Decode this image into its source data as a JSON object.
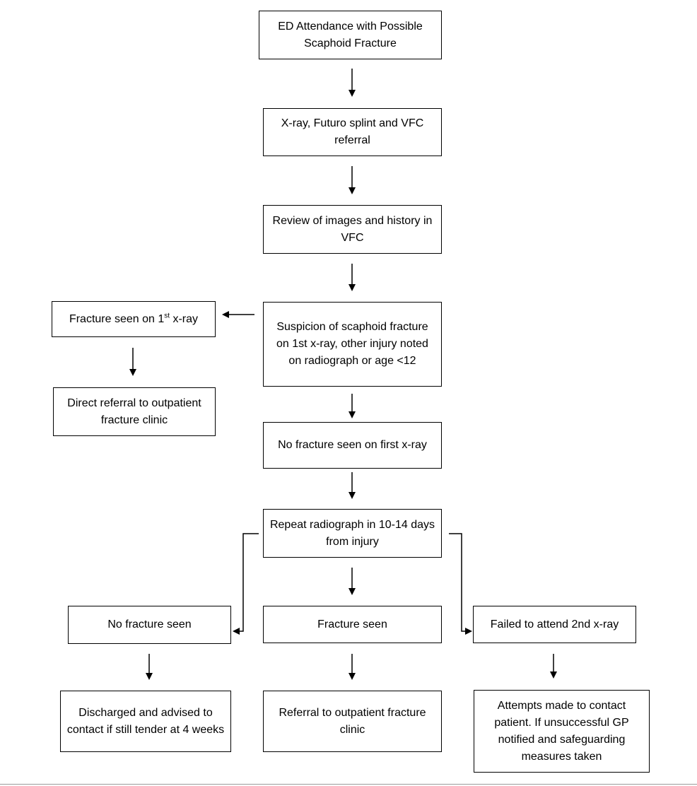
{
  "nodes": {
    "ed_attendance": "ED Attendance with Possible Scaphoid Fracture",
    "xray_splint": "X-ray, Futuro splint and VFC referral",
    "review_images": "Review of images and history in VFC",
    "suspicion": "Suspicion of scaphoid fracture on 1st x-ray, other injury noted on radiograph or age <12",
    "fracture_first_prefix": "Fracture seen on 1",
    "fracture_first_sup": "st",
    "fracture_first_suffix": " x-ray",
    "direct_referral": "Direct referral to outpatient fracture clinic",
    "no_fracture_first": "No fracture seen on first x-ray",
    "repeat_radiograph": "Repeat radiograph in 10-14 days from injury",
    "no_fracture_seen": "No fracture seen",
    "fracture_seen": "Fracture seen",
    "failed_attend": "Failed to attend 2nd x-ray",
    "discharged": "Discharged and advised to contact if still tender at 4 weeks",
    "referral_outpatient": "Referral to outpatient fracture clinic",
    "attempts_contact": "Attempts made to contact patient. If unsuccessful GP notified and safeguarding measures taken"
  }
}
